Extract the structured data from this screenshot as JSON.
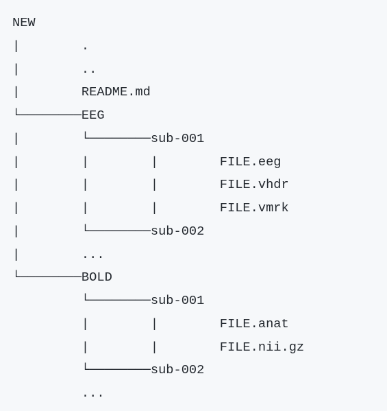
{
  "tree": {
    "lines": [
      "NEW",
      "|        .",
      "|        ..",
      "|        README.md",
      "└────────EEG",
      "|        └────────sub-001",
      "|        |        |        FILE.eeg",
      "|        |        |        FILE.vhdr",
      "|        |        |        FILE.vmrk",
      "|        └────────sub-002",
      "|        ...",
      "└────────BOLD",
      "         └────────sub-001",
      "         |        |        FILE.anat",
      "         |        |        FILE.nii.gz",
      "         └────────sub-002",
      "         ..."
    ]
  }
}
